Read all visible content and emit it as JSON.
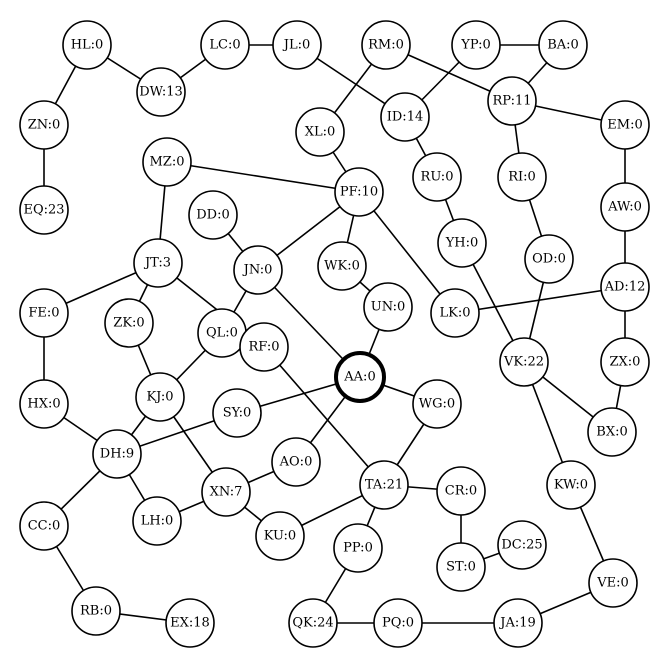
{
  "graph": {
    "highlighted": "AA",
    "nodes": [
      {
        "id": "HL",
        "label": "HL:0"
      },
      {
        "id": "LC",
        "label": "LC:0"
      },
      {
        "id": "JL",
        "label": "JL:0"
      },
      {
        "id": "RM",
        "label": "RM:0"
      },
      {
        "id": "YP",
        "label": "YP:0"
      },
      {
        "id": "BA",
        "label": "BA:0"
      },
      {
        "id": "DW",
        "label": "DW:13"
      },
      {
        "id": "RP",
        "label": "RP:11"
      },
      {
        "id": "ZN",
        "label": "ZN:0"
      },
      {
        "id": "ID",
        "label": "ID:14"
      },
      {
        "id": "XL",
        "label": "XL:0"
      },
      {
        "id": "EM",
        "label": "EM:0"
      },
      {
        "id": "MZ",
        "label": "MZ:0"
      },
      {
        "id": "RU",
        "label": "RU:0"
      },
      {
        "id": "RI",
        "label": "RI:0"
      },
      {
        "id": "PF",
        "label": "PF:10"
      },
      {
        "id": "EQ",
        "label": "EQ:23"
      },
      {
        "id": "AW",
        "label": "AW:0"
      },
      {
        "id": "DD",
        "label": "DD:0"
      },
      {
        "id": "YH",
        "label": "YH:0"
      },
      {
        "id": "OD",
        "label": "OD:0"
      },
      {
        "id": "JT",
        "label": "JT:3"
      },
      {
        "id": "JN",
        "label": "JN:0"
      },
      {
        "id": "WK",
        "label": "WK:0"
      },
      {
        "id": "AD",
        "label": "AD:12"
      },
      {
        "id": "FE",
        "label": "FE:0"
      },
      {
        "id": "ZK",
        "label": "ZK:0"
      },
      {
        "id": "QL",
        "label": "QL:0"
      },
      {
        "id": "UN",
        "label": "UN:0"
      },
      {
        "id": "LK",
        "label": "LK:0"
      },
      {
        "id": "RF",
        "label": "RF:0"
      },
      {
        "id": "VK",
        "label": "VK:22"
      },
      {
        "id": "ZX",
        "label": "ZX:0"
      },
      {
        "id": "AA",
        "label": "AA:0"
      },
      {
        "id": "KJ",
        "label": "KJ:0"
      },
      {
        "id": "HX",
        "label": "HX:0"
      },
      {
        "id": "SY",
        "label": "SY:0"
      },
      {
        "id": "WG",
        "label": "WG:0"
      },
      {
        "id": "BX",
        "label": "BX:0"
      },
      {
        "id": "DH",
        "label": "DH:9"
      },
      {
        "id": "AO",
        "label": "AO:0"
      },
      {
        "id": "KW",
        "label": "KW:0"
      },
      {
        "id": "TA",
        "label": "TA:21"
      },
      {
        "id": "CR",
        "label": "CR:0"
      },
      {
        "id": "XN",
        "label": "XN:7"
      },
      {
        "id": "CC",
        "label": "CC:0"
      },
      {
        "id": "LH",
        "label": "LH:0"
      },
      {
        "id": "KU",
        "label": "KU:0"
      },
      {
        "id": "PP",
        "label": "PP:0"
      },
      {
        "id": "DC",
        "label": "DC:25"
      },
      {
        "id": "ST",
        "label": "ST:0"
      },
      {
        "id": "VE",
        "label": "VE:0"
      },
      {
        "id": "RB",
        "label": "RB:0"
      },
      {
        "id": "EX",
        "label": "EX:18"
      },
      {
        "id": "QK",
        "label": "QK:24"
      },
      {
        "id": "PQ",
        "label": "PQ:0"
      },
      {
        "id": "JA",
        "label": "JA:19"
      }
    ],
    "edges": [
      [
        "HL",
        "DW"
      ],
      [
        "HL",
        "ZN"
      ],
      [
        "ZN",
        "EQ"
      ],
      [
        "DW",
        "LC"
      ],
      [
        "LC",
        "JL"
      ],
      [
        "JL",
        "ID"
      ],
      [
        "RM",
        "RP"
      ],
      [
        "RM",
        "XL"
      ],
      [
        "YP",
        "BA"
      ],
      [
        "YP",
        "ID"
      ],
      [
        "BA",
        "RP"
      ],
      [
        "RP",
        "EM"
      ],
      [
        "RP",
        "RI"
      ],
      [
        "EM",
        "AW"
      ],
      [
        "AW",
        "AD"
      ],
      [
        "ID",
        "RU"
      ],
      [
        "RU",
        "YH"
      ],
      [
        "YH",
        "VK"
      ],
      [
        "RI",
        "OD"
      ],
      [
        "OD",
        "VK"
      ],
      [
        "XL",
        "PF"
      ],
      [
        "MZ",
        "PF"
      ],
      [
        "MZ",
        "JT"
      ],
      [
        "PF",
        "JN"
      ],
      [
        "PF",
        "WK"
      ],
      [
        "PF",
        "LK"
      ],
      [
        "WK",
        "UN"
      ],
      [
        "UN",
        "AA"
      ],
      [
        "DD",
        "JN"
      ],
      [
        "JT",
        "FE"
      ],
      [
        "JT",
        "ZK"
      ],
      [
        "JT",
        "RF"
      ],
      [
        "JN",
        "QL"
      ],
      [
        "JN",
        "AA"
      ],
      [
        "FE",
        "HX"
      ],
      [
        "ZK",
        "KJ"
      ],
      [
        "QL",
        "KJ"
      ],
      [
        "LK",
        "AD"
      ],
      [
        "AD",
        "ZX"
      ],
      [
        "ZX",
        "BX"
      ],
      [
        "VK",
        "BX"
      ],
      [
        "VK",
        "KW"
      ],
      [
        "KW",
        "VE"
      ],
      [
        "RF",
        "TA"
      ],
      [
        "AA",
        "SY"
      ],
      [
        "AA",
        "WG"
      ],
      [
        "AA",
        "AO"
      ],
      [
        "WG",
        "TA"
      ],
      [
        "TA",
        "CR"
      ],
      [
        "TA",
        "KU"
      ],
      [
        "TA",
        "PP"
      ],
      [
        "CR",
        "ST"
      ],
      [
        "ST",
        "DC"
      ],
      [
        "PP",
        "QK"
      ],
      [
        "QK",
        "PQ"
      ],
      [
        "PQ",
        "JA"
      ],
      [
        "JA",
        "VE"
      ],
      [
        "KJ",
        "DH"
      ],
      [
        "KJ",
        "XN"
      ],
      [
        "HX",
        "DH"
      ],
      [
        "SY",
        "DH"
      ],
      [
        "DH",
        "CC"
      ],
      [
        "DH",
        "LH"
      ],
      [
        "CC",
        "RB"
      ],
      [
        "RB",
        "EX"
      ],
      [
        "AO",
        "XN"
      ],
      [
        "XN",
        "LH"
      ],
      [
        "XN",
        "KU"
      ]
    ]
  }
}
